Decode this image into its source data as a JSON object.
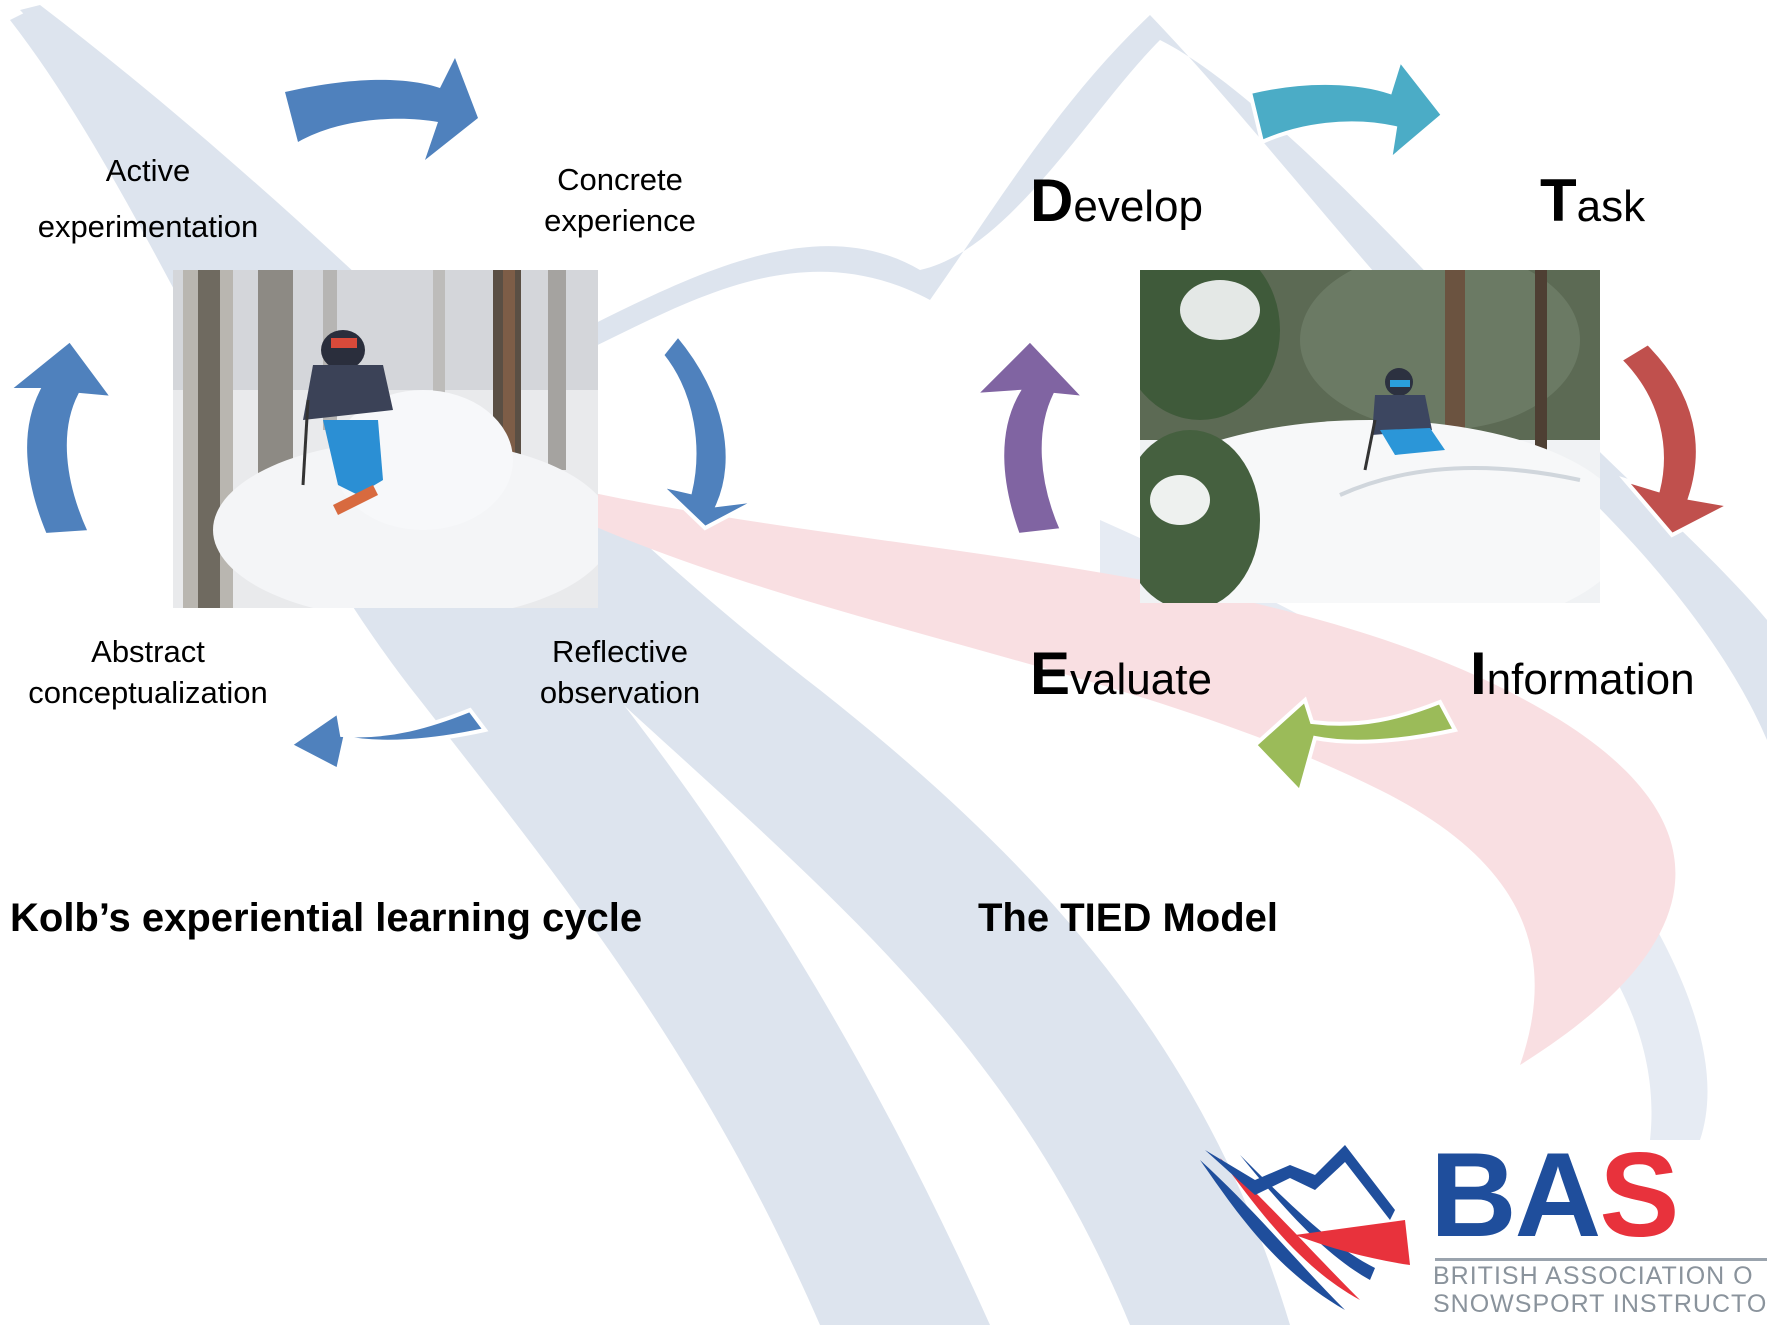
{
  "kolb": {
    "title": "Kolb’s experiential learning cycle",
    "stages": {
      "active_line1": "Active",
      "active_line2": "experimentation",
      "concrete_line1": "Concrete",
      "concrete_line2": "experience",
      "reflective_line1": "Reflective",
      "reflective_line2": "observation",
      "abstract_line1": "Abstract",
      "abstract_line2": "conceptualization"
    },
    "arrow_color": "#4f81bd"
  },
  "tied": {
    "title": "The TIED Model",
    "task": {
      "initial": "T",
      "rest": "ask",
      "color": "#4bacc6"
    },
    "information": {
      "initial": "I",
      "rest": "nformation",
      "color": "#c0504d"
    },
    "evaluate": {
      "initial": "E",
      "rest": "valuate",
      "color": "#9bbb59"
    },
    "develop": {
      "initial": "D",
      "rest": "evelop",
      "color": "#8064a2"
    }
  },
  "logo": {
    "letters": "BAS",
    "line1": "BRITISH ASSOCIATION O",
    "line2": "SNOWSPORT INSTRUCTOR",
    "blue": "#1f4e9c",
    "red": "#e8323c"
  }
}
